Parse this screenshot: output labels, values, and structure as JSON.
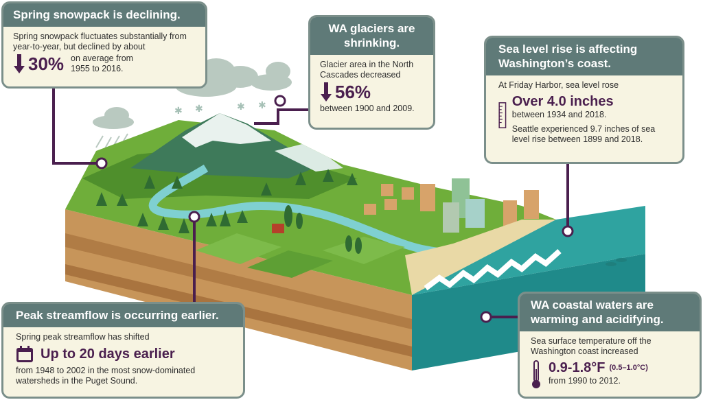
{
  "colors": {
    "header_teal": "#5f7a78",
    "card_bg": "#f7f4e2",
    "accent_plum": "#4a1f4e",
    "ocean": "#2fa3a0",
    "land_green": "#6fae3a"
  },
  "icons": {
    "down_arrow": "down-arrow-icon",
    "ruler": "ruler-icon",
    "calendar": "calendar-icon",
    "thermometer": "thermometer-icon"
  },
  "snowpack": {
    "title": "Spring snowpack is declining.",
    "intro": "Spring snowpack fluctuates substantially from year-to-year, but declined by about",
    "stat": "30%",
    "detail": "on average from 1955 to 2016."
  },
  "glaciers": {
    "title": "WA glaciers are shrinking.",
    "intro": "Glacier area in the North Cascades decreased",
    "stat": "56%",
    "detail": "between 1900 and 2009."
  },
  "sealevel": {
    "title": "Sea level rise is affecting Washington’s coast.",
    "intro": "At Friday Harbor, sea level rose",
    "stat": "Over 4.0 inches",
    "detail": "between 1934 and 2018.",
    "seattle": "Seattle experienced 9.7 inches of sea level rise between 1899 and 2018."
  },
  "streamflow": {
    "title": "Peak streamflow is occurring earlier.",
    "intro": "Spring peak streamflow has shifted",
    "stat": "Up to 20 days earlier",
    "detail": "from 1948 to 2002 in the most snow-dominated watersheds in the Puget Sound."
  },
  "coastal": {
    "title": "WA coastal waters are warming and acidifying.",
    "intro": "Sea surface temperature off the Washington coast increased",
    "stat": "0.9-1.8°F",
    "stat_range": "(0.5–1.0°C)",
    "detail": "from 1990 to 2012."
  }
}
